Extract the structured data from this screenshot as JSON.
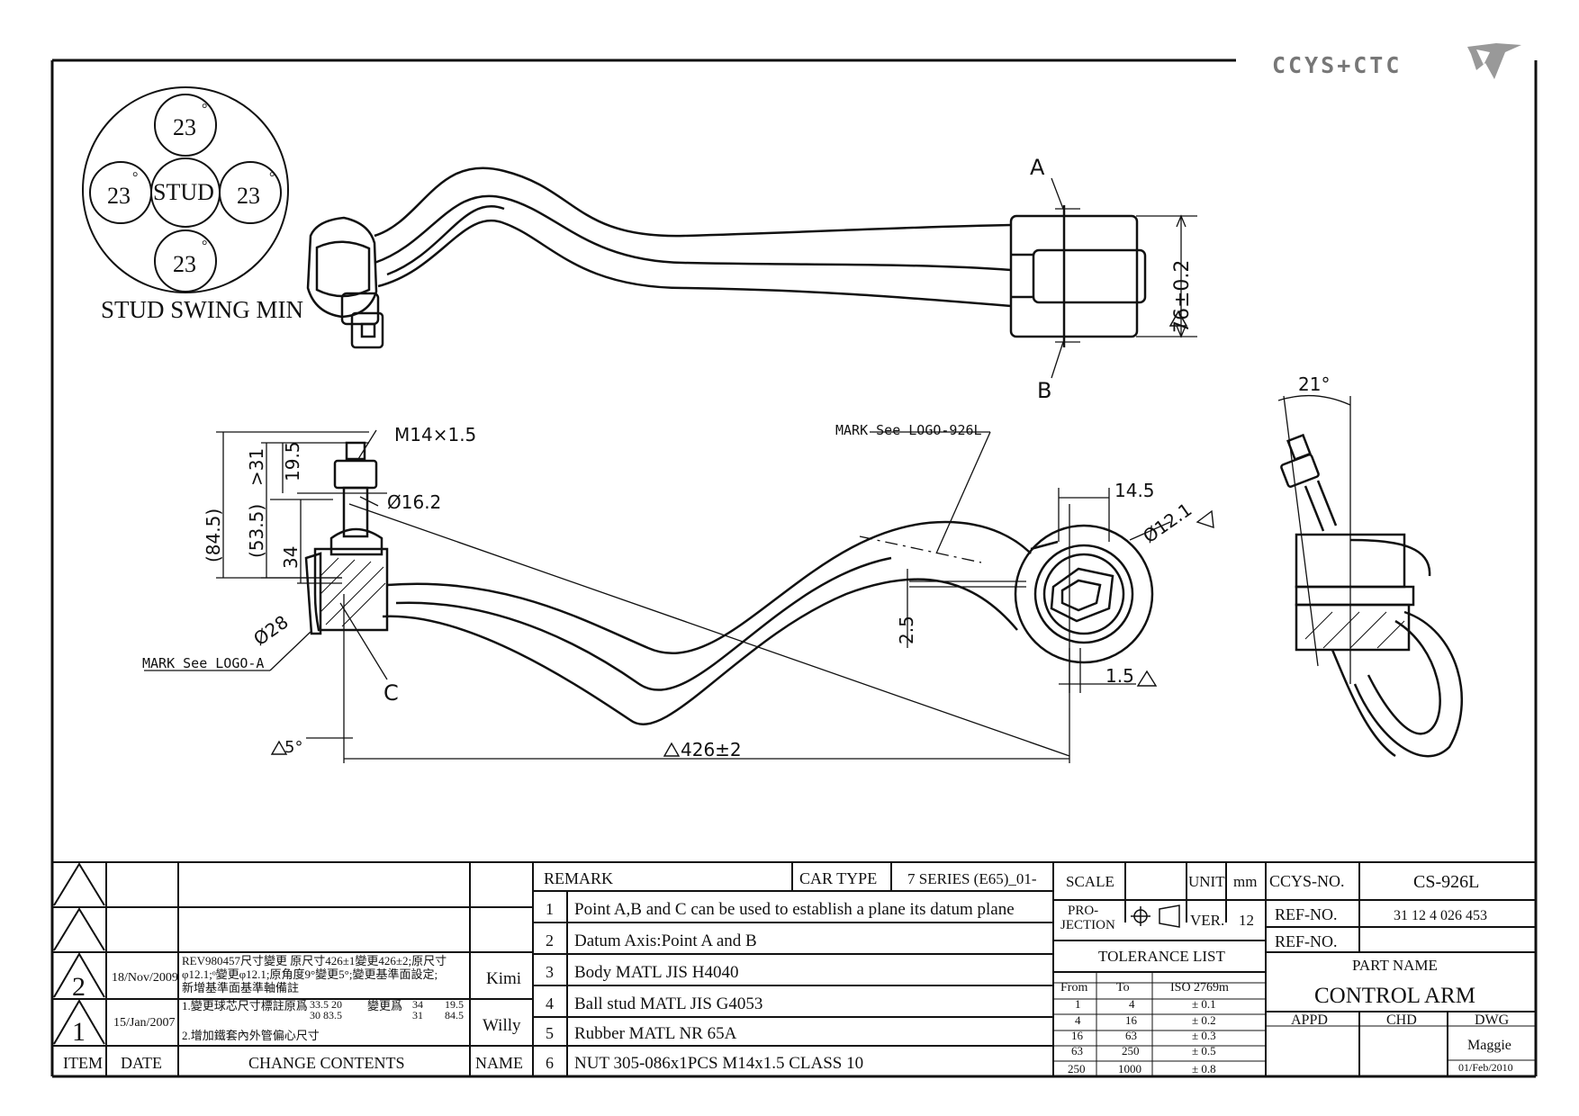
{
  "logo": {
    "text": "CCYS+CTC"
  },
  "stud_swing": {
    "top": "23",
    "left": "23",
    "right": "23",
    "bottom": "23",
    "degree": "°",
    "center": "STUD",
    "label": "STUD SWING MIN"
  },
  "top_view": {
    "point_a": "A",
    "point_b": "B",
    "dim_width": "76±0.2"
  },
  "front_view": {
    "thread": "M14×1.5",
    "dim_84_5": "(84.5)",
    "dim_53_5": "(53.5)",
    "dim_31": ">31",
    "dim_19_5": "19.5",
    "dim_34": "34",
    "dim_16_2": "Ø16.2",
    "dim_28": "Ø28",
    "mark_logo_a": "MARK See LOGO-A",
    "point_c": "C",
    "angle_5": "5°",
    "length": "426±2",
    "mark_logo_926": "MARK See LOGO-926L",
    "dim_14_5": "14.5",
    "dim_12_1": "Ø12.1",
    "dim_2_5": "2.5",
    "dim_1_5": "1.5"
  },
  "side_view": {
    "angle": "21°"
  },
  "revision": {
    "rows": [
      {
        "item": "",
        "date": "",
        "contents": "",
        "name": ""
      },
      {
        "item": "",
        "date": "",
        "contents": "",
        "name": ""
      },
      {
        "item": "2",
        "date": "18/Nov/2009",
        "line1": "REV980457尺寸變更 原尺寸426±1變更426±2;原尺寸",
        "line2": "φ12.1;ᵒ變更φ12.1;原角度9°變更5°;變更基準面設定;",
        "line3": "新增基準面基準軸備註",
        "name": "Kimi"
      },
      {
        "item": "1",
        "date": "15/Jan/2007",
        "line1": "1.變更球芯尺寸標註原爲",
        "vals_a": "33.5   20",
        "vals_b": "30    83.5",
        "changed": "變更爲",
        "vals_c": "34",
        "vals_d": "31",
        "vals_e": "19.5",
        "vals_f": "84.5",
        "line2": "2.增加鐵套內外管偏心尺寸",
        "name": "Willy"
      }
    ],
    "headers": {
      "item": "ITEM",
      "date": "DATE",
      "contents": "CHANGE CONTENTS",
      "name": "NAME"
    }
  },
  "remarks": {
    "header": "REMARK",
    "car_type_label": "CAR TYPE",
    "car_type_value": "7 SERIES (E65)_01-",
    "items": [
      {
        "num": "1",
        "text": "Point A,B and C can be used to establish a plane its datum plane"
      },
      {
        "num": "2",
        "text": "Datum Axis:Point A and B"
      },
      {
        "num": "3",
        "text": "Body MATL JIS H4040"
      },
      {
        "num": "4",
        "text": "Ball stud MATL JIS G4053"
      },
      {
        "num": "5",
        "text": "Rubber MATL NR 65A"
      },
      {
        "num": "6",
        "text": "NUT 305-086x1PCS M14x1.5 CLASS 10"
      }
    ]
  },
  "spec": {
    "scale_label": "SCALE",
    "unit_label": "UNIT",
    "unit_value": "mm",
    "projection_line1": "PRO-",
    "projection_line2": "JECTION",
    "ver_label": "VER.",
    "ver_value": "12",
    "tolerance_title": "TOLERANCE LIST",
    "tol_from": "From",
    "tol_to": "To",
    "tol_std": "ISO 2769m",
    "tolerances": [
      {
        "from": "1",
        "to": "4",
        "tol": "± 0.1"
      },
      {
        "from": "4",
        "to": "16",
        "tol": "± 0.2"
      },
      {
        "from": "16",
        "to": "63",
        "tol": "± 0.3"
      },
      {
        "from": "63",
        "to": "250",
        "tol": "± 0.5"
      },
      {
        "from": "250",
        "to": "1000",
        "tol": "± 0.8"
      }
    ]
  },
  "title_block": {
    "ccys_label": "CCYS-NO.",
    "ccys_value": "CS-926L",
    "ref1_label": "REF-NO.",
    "ref1_value": "31 12 4 026 453",
    "ref2_label": "REF-NO.",
    "ref2_value": "",
    "part_name_label": "PART NAME",
    "part_name": "CONTROL ARM",
    "appd": "APPD",
    "chd": "CHD",
    "dwg": "DWG",
    "drawer": "Maggie",
    "date": "01/Feb/2010"
  }
}
